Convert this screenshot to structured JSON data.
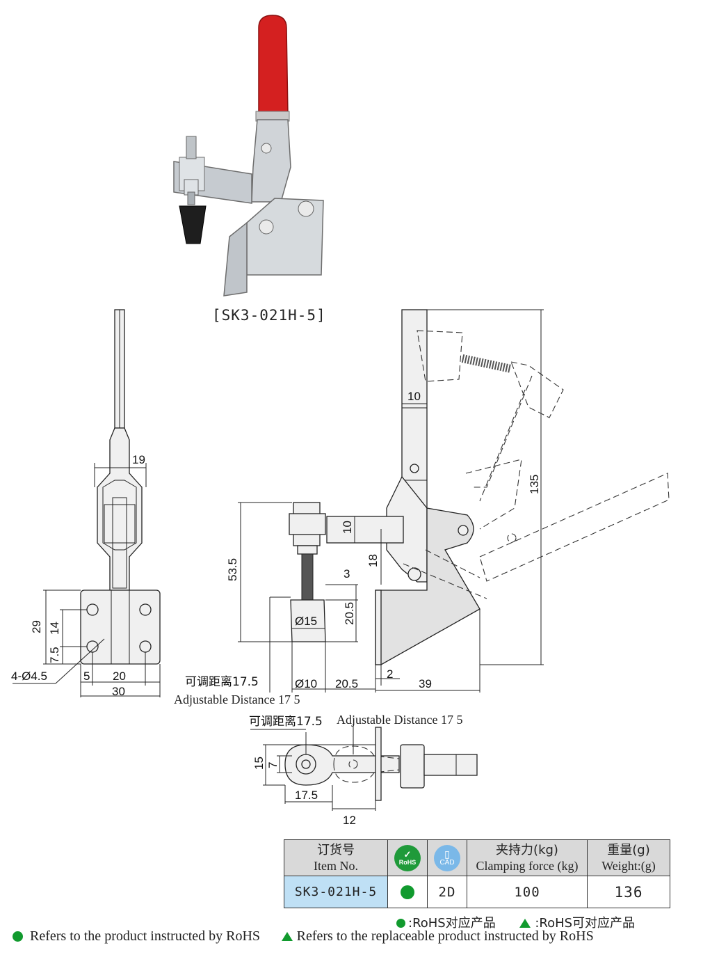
{
  "product_title": "[SK3-021H-5]",
  "colors": {
    "handle_red": "#d42020",
    "rohs_green": "#119a2e",
    "item_cell_blue": "#bfe0f5",
    "header_gray": "#d9d9d9"
  },
  "front_view": {
    "dims": {
      "d19": "19",
      "d29": "29",
      "d14": "14",
      "d7_5": "7.5",
      "hole": "4-Ø4.5",
      "d5": "5",
      "d20": "20",
      "d30": "30"
    },
    "adjustable_cn": "可调距离17.5",
    "adjustable_en": "Adjustable Distance 17 5"
  },
  "side_view": {
    "dims": {
      "d10_top": "10",
      "d135": "135",
      "d10": "10",
      "d53_5": "53.5",
      "d18": "18",
      "d3": "3",
      "d20_5_v": "20.5",
      "d15": "Ø15",
      "d10_dia": "Ø10",
      "d20_5_h": "20.5",
      "d2": "2",
      "d39": "39"
    }
  },
  "top_view": {
    "adjustable_cn": "可调距离17.5",
    "adjustable_en": "Adjustable Distance 17 5",
    "dims": {
      "d15": "15",
      "d7": "7",
      "d17_5": "17.5",
      "d12": "12"
    }
  },
  "table": {
    "headers": {
      "item_cn": "订货号",
      "item_en": "Item No.",
      "rohs_label": "RoHS",
      "cad_label": "CAD",
      "force_cn": "夹持力(kg)",
      "force_en": "Clamping force (kg)",
      "weight_cn": "重量(g)",
      "weight_en": "Weight:(g)"
    },
    "rows": [
      {
        "item": "SK3-021H-5",
        "rohs": "compliant",
        "cad": "2D",
        "force": "100",
        "weight": "136"
      }
    ]
  },
  "legend": {
    "rohs_cn": ":RoHS对应产品",
    "replaceable_cn": ":RoHS可对应产品",
    "rohs_en": "Refers to the product instructed by RoHS",
    "replaceable_en": "Refers to the replaceable product instructed by RoHS"
  }
}
